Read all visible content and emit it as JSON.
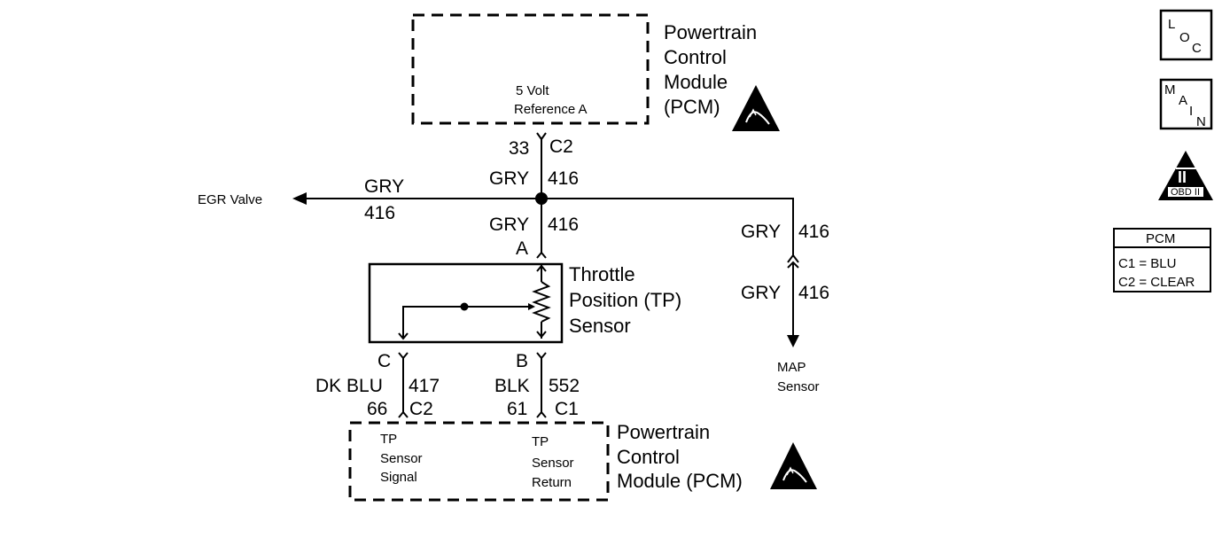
{
  "pcm_top": {
    "title_lines": [
      "Powertrain",
      "Control",
      "Module",
      "(PCM)"
    ],
    "pin_label_lines": [
      "5 Volt",
      "Reference A"
    ]
  },
  "top_connector": {
    "pin": "33",
    "connector": "C2"
  },
  "wire_main_upper": {
    "color": "GRY",
    "circuit": "416"
  },
  "wire_main_lower": {
    "color": "GRY",
    "circuit": "416"
  },
  "egr_branch": {
    "color": "GRY",
    "circuit": "416",
    "destination": "EGR Valve"
  },
  "map_branch": {
    "upper": {
      "color": "GRY",
      "circuit": "416"
    },
    "lower": {
      "color": "GRY",
      "circuit": "416"
    },
    "destination_lines": [
      "MAP",
      "Sensor"
    ]
  },
  "tp_sensor": {
    "title_lines": [
      "Throttle",
      "Position (TP)",
      "Sensor"
    ],
    "terminal_a": "A",
    "terminal_b": "B",
    "terminal_c": "C"
  },
  "wire_c": {
    "color": "DK BLU",
    "circuit": "417",
    "pin": "66",
    "connector": "C2"
  },
  "wire_b": {
    "color": "BLK",
    "circuit": "552",
    "pin": "61",
    "connector": "C1"
  },
  "pcm_bottom": {
    "title_lines": [
      "Powertrain",
      "Control",
      "Module (PCM)"
    ],
    "signal_label_lines": [
      "TP",
      "Sensor",
      "Signal"
    ],
    "return_label_lines": [
      "TP",
      "Sensor",
      "Return"
    ]
  },
  "side_icons": {
    "loc": [
      "L",
      "O",
      "C"
    ],
    "main": [
      "M",
      "A",
      "I",
      "N"
    ],
    "obd": {
      "numeral": "II",
      "label": "OBD II"
    }
  },
  "pcm_legend": {
    "header": "PCM",
    "rows": [
      "C1 = BLU",
      "C2 = CLEAR"
    ]
  }
}
